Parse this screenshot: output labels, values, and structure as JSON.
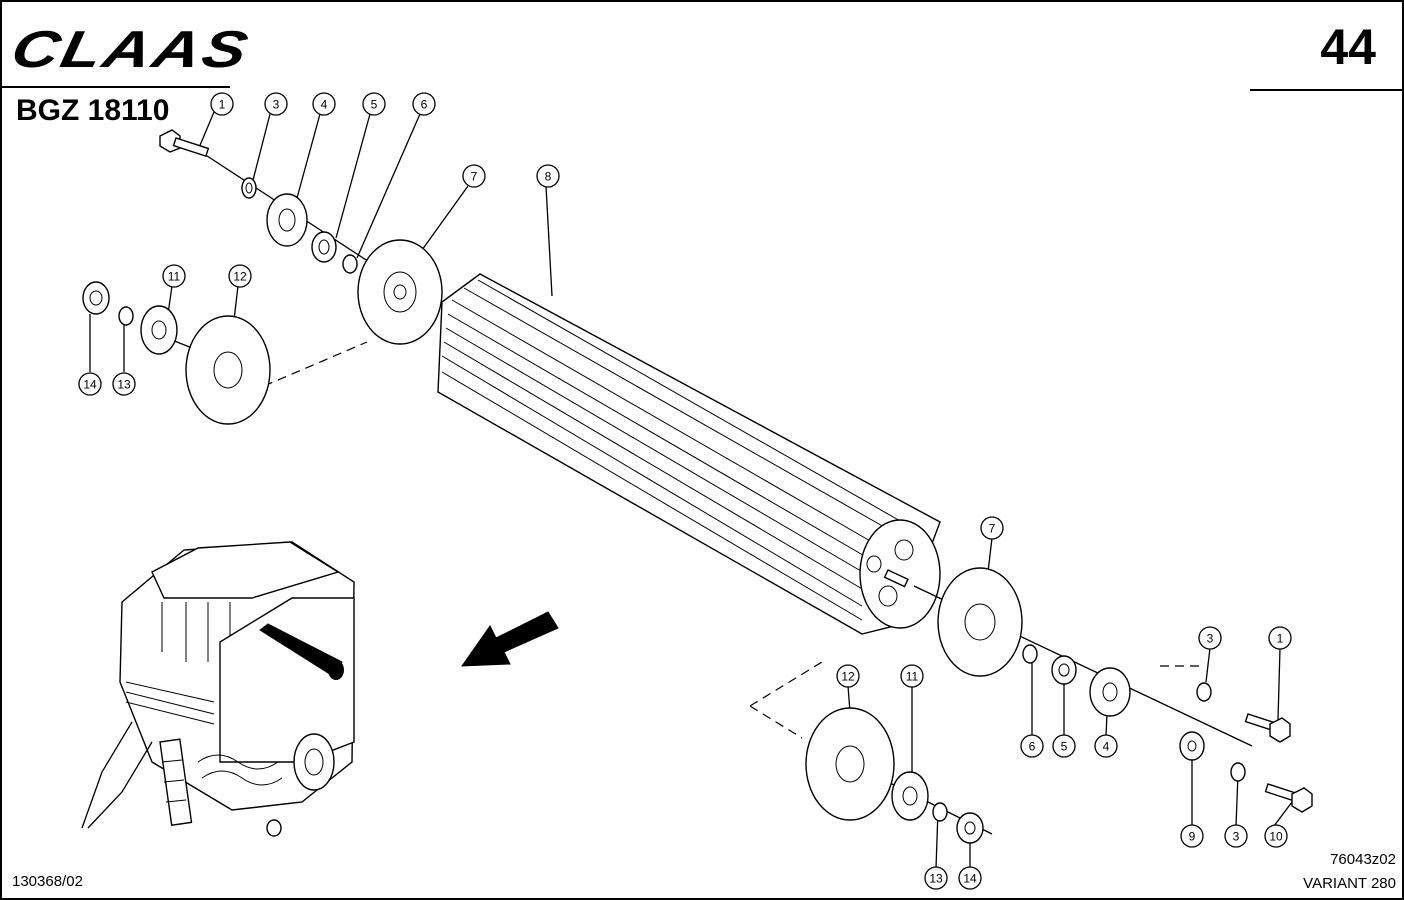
{
  "header": {
    "brand": "CLAAS",
    "group_code": "BGZ 18110",
    "page_number": "44"
  },
  "footer": {
    "doc_number": "130368/02",
    "drawing_ref": "76043z02",
    "model": "VARIANT 280"
  },
  "callouts": {
    "top_left": [
      "1",
      "3",
      "4",
      "5",
      "6",
      "7",
      "8",
      "11",
      "12",
      "14",
      "13"
    ],
    "bottom_right": [
      "7",
      "12",
      "11",
      "3",
      "1",
      "6",
      "5",
      "4",
      "9",
      "3",
      "10",
      "13",
      "14"
    ]
  },
  "colors": {
    "ink": "#000000",
    "paper": "#ffffff"
  }
}
